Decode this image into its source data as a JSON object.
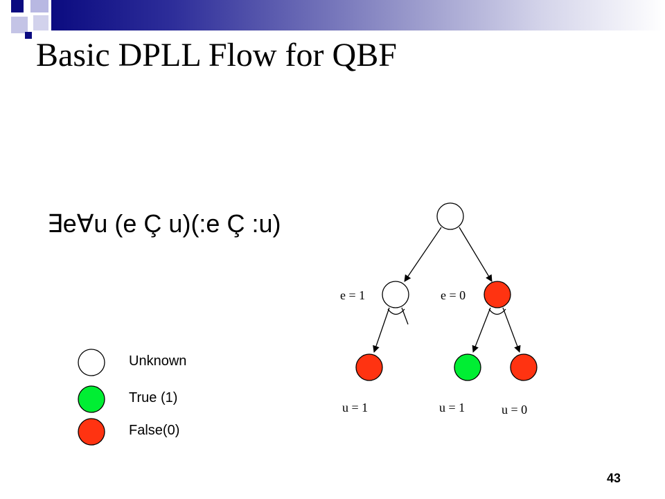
{
  "slide": {
    "title": "Basic DPLL Flow for QBF",
    "formula": "∃e∀u (e Ç u)(:e Ç :u)",
    "page_number": "43"
  },
  "tree": {
    "edge_labels": {
      "e_true": "e = 1",
      "e_false": "e = 0",
      "left_u_true": "u = 1",
      "right_u_true": "u = 1",
      "right_u_false": "u = 0"
    }
  },
  "legend": {
    "items": [
      {
        "label": "Unknown",
        "color": "#ffffff"
      },
      {
        "label": "True (1)",
        "color": "#00ee33"
      },
      {
        "label": "False(0)",
        "color": "#ff3311"
      }
    ]
  },
  "colors": {
    "unknown": "#ffffff",
    "true": "#00ee33",
    "false": "#ff3311",
    "title_bar": "#0b0b80"
  }
}
